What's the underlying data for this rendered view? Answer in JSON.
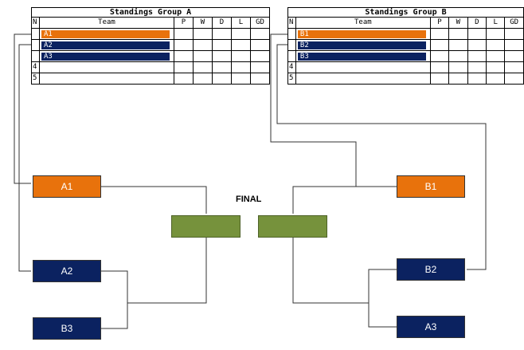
{
  "group_a": {
    "title": "Standings Group A",
    "headers": {
      "n": "N",
      "team": "Team",
      "p": "P",
      "w": "W",
      "d": "D",
      "l": "L",
      "gd": "GD"
    },
    "rows": [
      {
        "n": "",
        "team": "A1",
        "color": "#E8720C"
      },
      {
        "n": "",
        "team": "A2",
        "color": "#0B2260"
      },
      {
        "n": "",
        "team": "A3",
        "color": "#0B2260"
      },
      {
        "n": "4",
        "team": ""
      },
      {
        "n": "5",
        "team": ""
      }
    ]
  },
  "group_b": {
    "title": "Standings Group B",
    "headers": {
      "n": "N",
      "team": "Team",
      "p": "P",
      "w": "W",
      "d": "D",
      "l": "L",
      "gd": "GD"
    },
    "rows": [
      {
        "n": "",
        "team": "B1",
        "color": "#E8720C"
      },
      {
        "n": "",
        "team": "B2",
        "color": "#0B2260"
      },
      {
        "n": "",
        "team": "B3",
        "color": "#0B2260"
      },
      {
        "n": "4",
        "team": ""
      },
      {
        "n": "5",
        "team": ""
      }
    ]
  },
  "bracket": {
    "left": {
      "top": "A1",
      "mid": "A2",
      "bottom": "B3"
    },
    "right": {
      "top": "B1",
      "mid": "B2",
      "bottom": "A3"
    },
    "final_label": "FINAL"
  },
  "colors": {
    "orange": "#E8720C",
    "navy": "#0B2260",
    "green": "#76923C"
  }
}
